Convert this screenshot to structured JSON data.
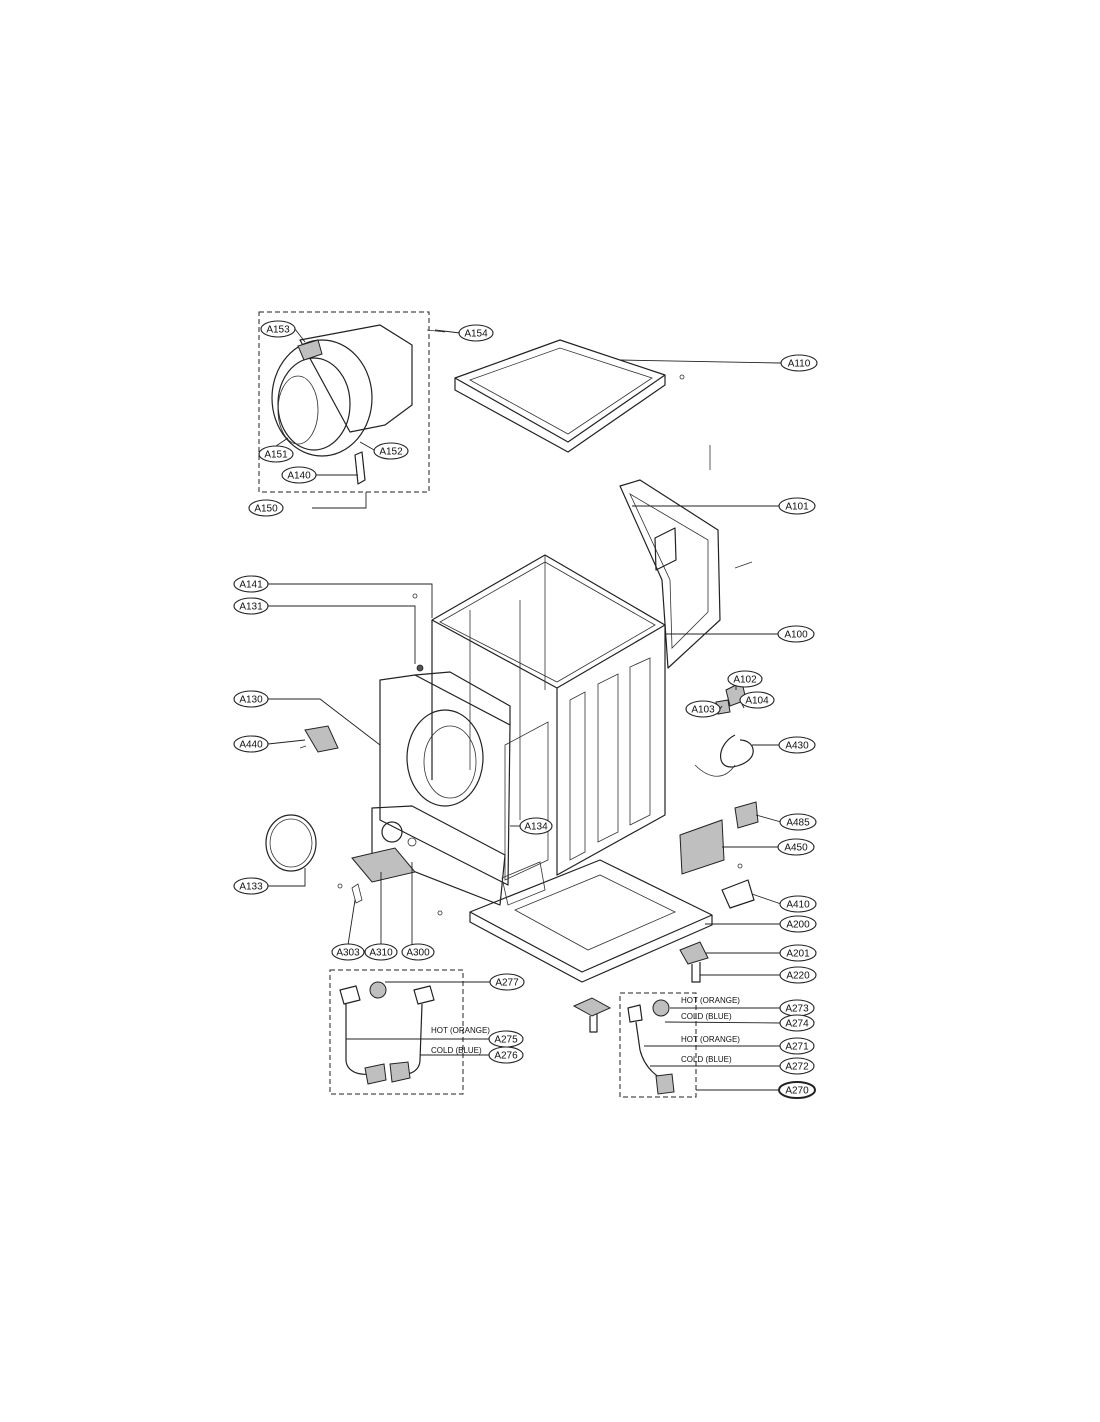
{
  "labels": {
    "a153": "A153",
    "a154": "A154",
    "a110": "A110",
    "a151": "A151",
    "a152": "A152",
    "a140": "A140",
    "a150": "A150",
    "a101": "A101",
    "a141": "A141",
    "a131": "A131",
    "a100": "A100",
    "a102": "A102",
    "a103": "A103",
    "a104": "A104",
    "a130": "A130",
    "a430": "A430",
    "a440": "A440",
    "a485": "A485",
    "a134": "A134",
    "a450": "A450",
    "a133": "A133",
    "a410": "A410",
    "a200": "A200",
    "a303": "A303",
    "a310": "A310",
    "a300": "A300",
    "a201": "A201",
    "a220": "A220",
    "a277": "A277",
    "a273": "A273",
    "a274": "A274",
    "a275": "A275",
    "a276": "A276",
    "a271": "A271",
    "a272": "A272",
    "a270": "A270"
  },
  "notes": {
    "left_hot": "HOT (ORANGE)",
    "left_cold": "COLD (BLUE)",
    "right_hot_1": "HOT (ORANGE)",
    "right_cold_1": "COLD (BLUE)",
    "right_hot_2": "HOT (ORANGE)",
    "right_cold_2": "COLD (BLUE)"
  }
}
